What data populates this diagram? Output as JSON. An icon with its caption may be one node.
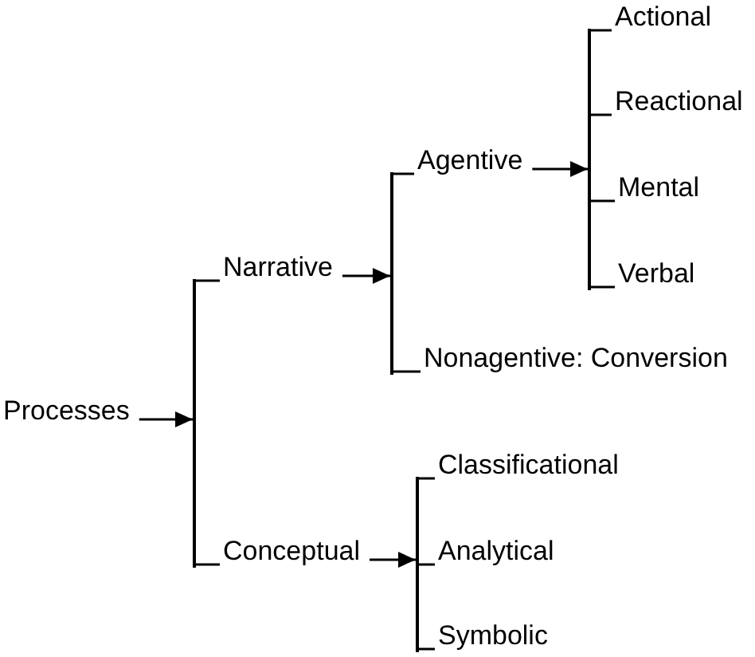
{
  "diagram": {
    "nodes": [
      {
        "text": [
          "Processes"
        ]
      },
      {
        "text": [],
        "shape": "bar"
      },
      {
        "text": [
          "Narrative"
        ]
      },
      {
        "text": [],
        "shape": "bar"
      },
      {
        "text": [
          "Agentive"
        ]
      },
      {
        "text": [],
        "shape": "bar"
      },
      {
        "text": [
          "Actional"
        ]
      },
      {
        "text": [
          "Reactional"
        ]
      },
      {
        "text": [
          "Mental"
        ]
      },
      {
        "text": [
          "Verbal"
        ]
      },
      {
        "text": [
          "Nonagentive: Conversion"
        ]
      },
      {
        "text": [
          "Conceptual"
        ]
      },
      {
        "text": [],
        "shape": "bar"
      },
      {
        "text": [
          "Classificational"
        ]
      },
      {
        "text": [
          "Analytical"
        ]
      },
      {
        "text": [
          "Symbolic"
        ]
      }
    ],
    "edges": [
      {
        "from": 0,
        "to": 1,
        "arrow": "to"
      },
      {
        "from": 1,
        "to": 2,
        "arrow": "none"
      },
      {
        "from": 1,
        "to": 11,
        "arrow": "none"
      },
      {
        "from": 2,
        "to": 3,
        "arrow": "to"
      },
      {
        "from": 3,
        "to": 4,
        "arrow": "none"
      },
      {
        "from": 3,
        "to": 10,
        "arrow": "none"
      },
      {
        "from": 4,
        "to": 5,
        "arrow": "to"
      },
      {
        "from": 5,
        "to": 6,
        "arrow": "none"
      },
      {
        "from": 5,
        "to": 7,
        "arrow": "none"
      },
      {
        "from": 5,
        "to": 8,
        "arrow": "none"
      },
      {
        "from": 5,
        "to": 9,
        "arrow": "none"
      },
      {
        "from": 11,
        "to": 12,
        "arrow": "to"
      },
      {
        "from": 12,
        "to": 13,
        "arrow": "none"
      },
      {
        "from": 12,
        "to": 14,
        "arrow": "none"
      },
      {
        "from": 12,
        "to": 15,
        "arrow": "none"
      }
    ]
  }
}
